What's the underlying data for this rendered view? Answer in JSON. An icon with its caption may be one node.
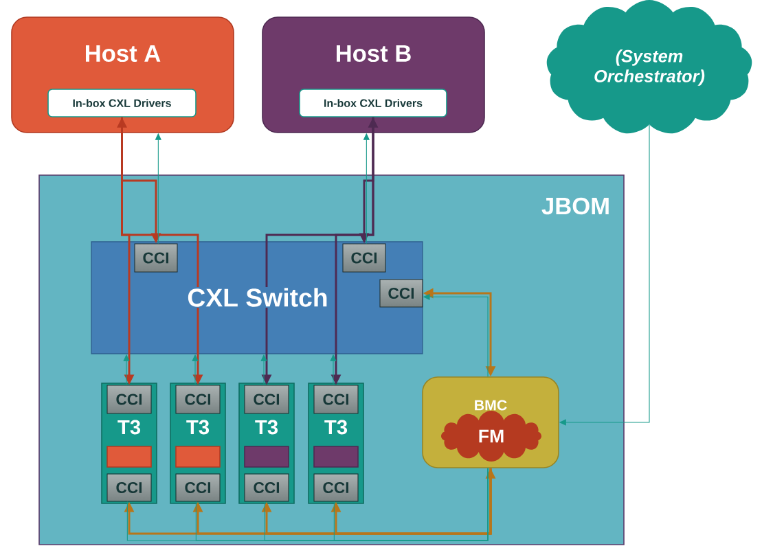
{
  "diagram": {
    "nodes": [
      {
        "text": [
          "Host A"
        ]
      },
      {
        "text": [
          "In-box CXL Drivers"
        ],
        "in": 0
      },
      {
        "text": [
          "Host B"
        ]
      },
      {
        "text": [
          "In-box CXL Drivers"
        ],
        "in": 2
      },
      {
        "text": [
          "(System Orchestrator)"
        ]
      },
      {
        "text": [
          "JBOM"
        ]
      },
      {
        "text": [
          "CXL Switch"
        ],
        "in": 5
      },
      {
        "text": [
          "CCI"
        ],
        "in": 6
      },
      {
        "text": [
          "CCI"
        ],
        "in": 6
      },
      {
        "text": [
          "CCI"
        ],
        "in": 6
      },
      {
        "text": [
          "T3"
        ],
        "in": 5
      },
      {
        "text": [
          "CCI"
        ],
        "in": 10
      },
      {
        "text": [],
        "shape": "box",
        "in": 10
      },
      {
        "text": [
          "CCI"
        ],
        "in": 10
      },
      {
        "text": [
          "T3"
        ],
        "in": 5
      },
      {
        "text": [
          "CCI"
        ],
        "in": 14
      },
      {
        "text": [],
        "shape": "box",
        "in": 14
      },
      {
        "text": [
          "CCI"
        ],
        "in": 14
      },
      {
        "text": [
          "T3"
        ],
        "in": 5
      },
      {
        "text": [
          "CCI"
        ],
        "in": 18
      },
      {
        "text": [],
        "shape": "box",
        "in": 18
      },
      {
        "text": [
          "CCI"
        ],
        "in": 18
      },
      {
        "text": [
          "T3"
        ],
        "in": 5
      },
      {
        "text": [
          "CCI"
        ],
        "in": 22
      },
      {
        "text": [],
        "shape": "box",
        "in": 22
      },
      {
        "text": [
          "CCI"
        ],
        "in": 22
      },
      {
        "text": [
          "BMC"
        ],
        "in": 5
      },
      {
        "text": [
          "FM"
        ],
        "in": 26
      }
    ],
    "edges": [
      {
        "from": 1,
        "to": 7,
        "arrow": "both",
        "style": "thick",
        "color": "#b83a22"
      },
      {
        "from": 1,
        "to": 11,
        "arrow": "to",
        "style": "thick",
        "color": "#b83a22"
      },
      {
        "from": 1,
        "to": 15,
        "arrow": "to",
        "style": "thick",
        "color": "#b83a22"
      },
      {
        "from": 3,
        "to": 8,
        "arrow": "both",
        "style": "thick",
        "color": "#4e2a52"
      },
      {
        "from": 3,
        "to": 19,
        "arrow": "to",
        "style": "thick",
        "color": "#4e2a52"
      },
      {
        "from": 3,
        "to": 23,
        "arrow": "to",
        "style": "thick",
        "color": "#4e2a52"
      },
      {
        "from": 7,
        "to": 0,
        "arrow": "to"
      },
      {
        "from": 8,
        "to": 2,
        "arrow": "to"
      },
      {
        "from": 11,
        "to": 6,
        "arrow": "to"
      },
      {
        "from": 15,
        "to": 6,
        "arrow": "to"
      },
      {
        "from": 19,
        "to": 6,
        "arrow": "to"
      },
      {
        "from": 23,
        "to": 6,
        "arrow": "to"
      },
      {
        "from": 26,
        "to": 9,
        "arrow": "both",
        "style": "thick",
        "color": "#b8761a"
      },
      {
        "from": 26,
        "to": 9,
        "arrow": "to"
      },
      {
        "from": 4,
        "to": 26,
        "arrow": "to"
      },
      {
        "from": 26,
        "to": 13,
        "arrow": "both",
        "style": "thick",
        "color": "#b8761a"
      },
      {
        "from": 26,
        "to": 17,
        "arrow": "to",
        "style": "thick",
        "color": "#b8761a"
      },
      {
        "from": 26,
        "to": 21,
        "arrow": "to",
        "style": "thick",
        "color": "#b8761a"
      },
      {
        "from": 26,
        "to": 25,
        "arrow": "to",
        "style": "thick",
        "color": "#b8761a"
      },
      {
        "from": 13,
        "to": 26,
        "arrow": "none"
      },
      {
        "from": 17,
        "to": 26,
        "arrow": "none"
      },
      {
        "from": 21,
        "to": 26,
        "arrow": "none"
      },
      {
        "from": 25,
        "to": 26,
        "arrow": "none"
      }
    ]
  }
}
